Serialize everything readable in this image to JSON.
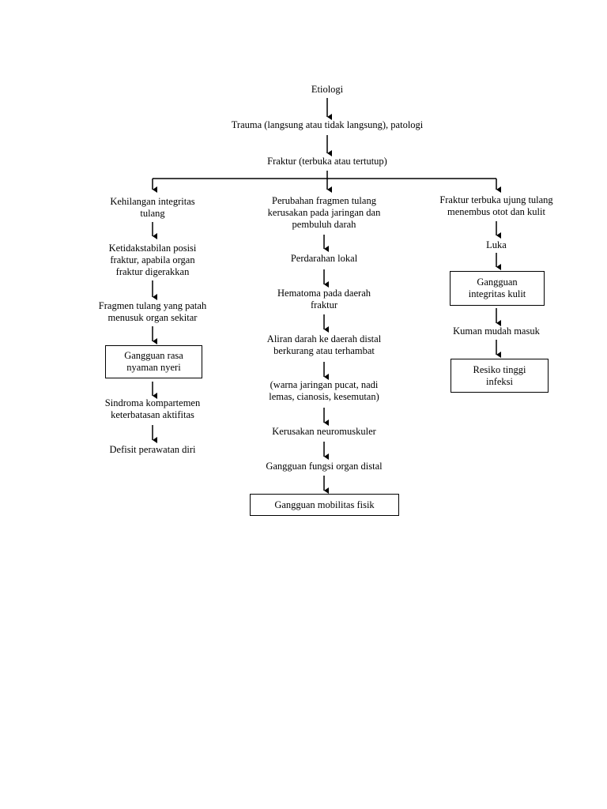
{
  "top": {
    "etiologi": "Etiologi",
    "trauma": "Trauma (langsung atau tidak langsung), patologi",
    "fraktur": "Fraktur (terbuka atau tertutup)"
  },
  "left": {
    "n1": "Kehilangan integritas\ntulang",
    "n2": "Ketidakstabilan posisi\nfraktur, apabila organ\nfraktur digerakkan",
    "n3": "Fragmen tulang yang patah\nmenusuk organ sekitar",
    "box1": "Gangguan rasa\nnyaman nyeri",
    "n4": "Sindroma kompartemen\nketerbatasan aktifitas",
    "n5": "Defisit perawatan diri"
  },
  "middle": {
    "n1": "Perubahan fragmen tulang\nkerusakan pada jaringan dan\npembuluh darah",
    "n2": "Perdarahan lokal",
    "n3": "Hematoma pada daerah\nfraktur",
    "n4": "Aliran darah ke daerah distal\nberkurang atau terhambat",
    "n5": "(warna jaringan pucat, nadi\nlemas, cianosis, kesemutan)",
    "n6": "Kerusakan neuromuskuler",
    "n7": "Gangguan fungsi organ distal",
    "box1": "Gangguan mobilitas fisik"
  },
  "right": {
    "n1": "Fraktur terbuka ujung tulang\nmenembus otot dan kulit",
    "n2": "Luka",
    "box1": "Gangguan\nintegritas kulit",
    "n3": "Kuman mudah masuk",
    "box2": "Resiko tinggi\ninfeksi"
  }
}
